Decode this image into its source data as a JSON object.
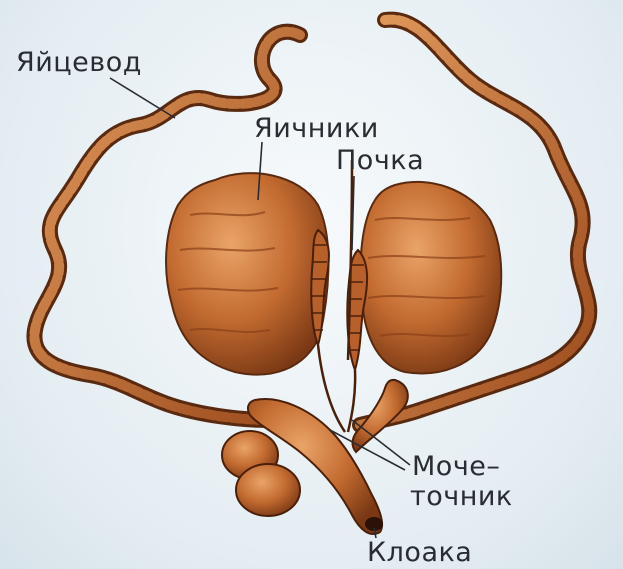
{
  "labels": {
    "oviduct": "Яйцевод",
    "ovaries": "Яичники",
    "kidney": "Почка",
    "ureter_line1": "Моче–",
    "ureter_line2": "точник",
    "cloaca": "Клоака"
  },
  "colors": {
    "organ_light": "#d98a4a",
    "organ_mid": "#b8602a",
    "organ_dark": "#5a2a10",
    "leader_line": "#2a2c33",
    "background": "#eef3f6"
  }
}
